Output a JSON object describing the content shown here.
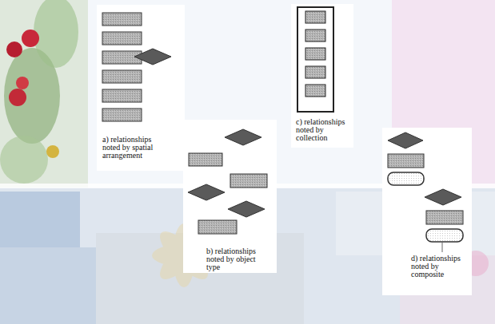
{
  "diagram": {
    "labels": [
      "a) relationships noted by spatial arrangement",
      "b) relationships noted by object type",
      "c) relationships noted by collection",
      "d) relationships noted by composite"
    ]
  }
}
